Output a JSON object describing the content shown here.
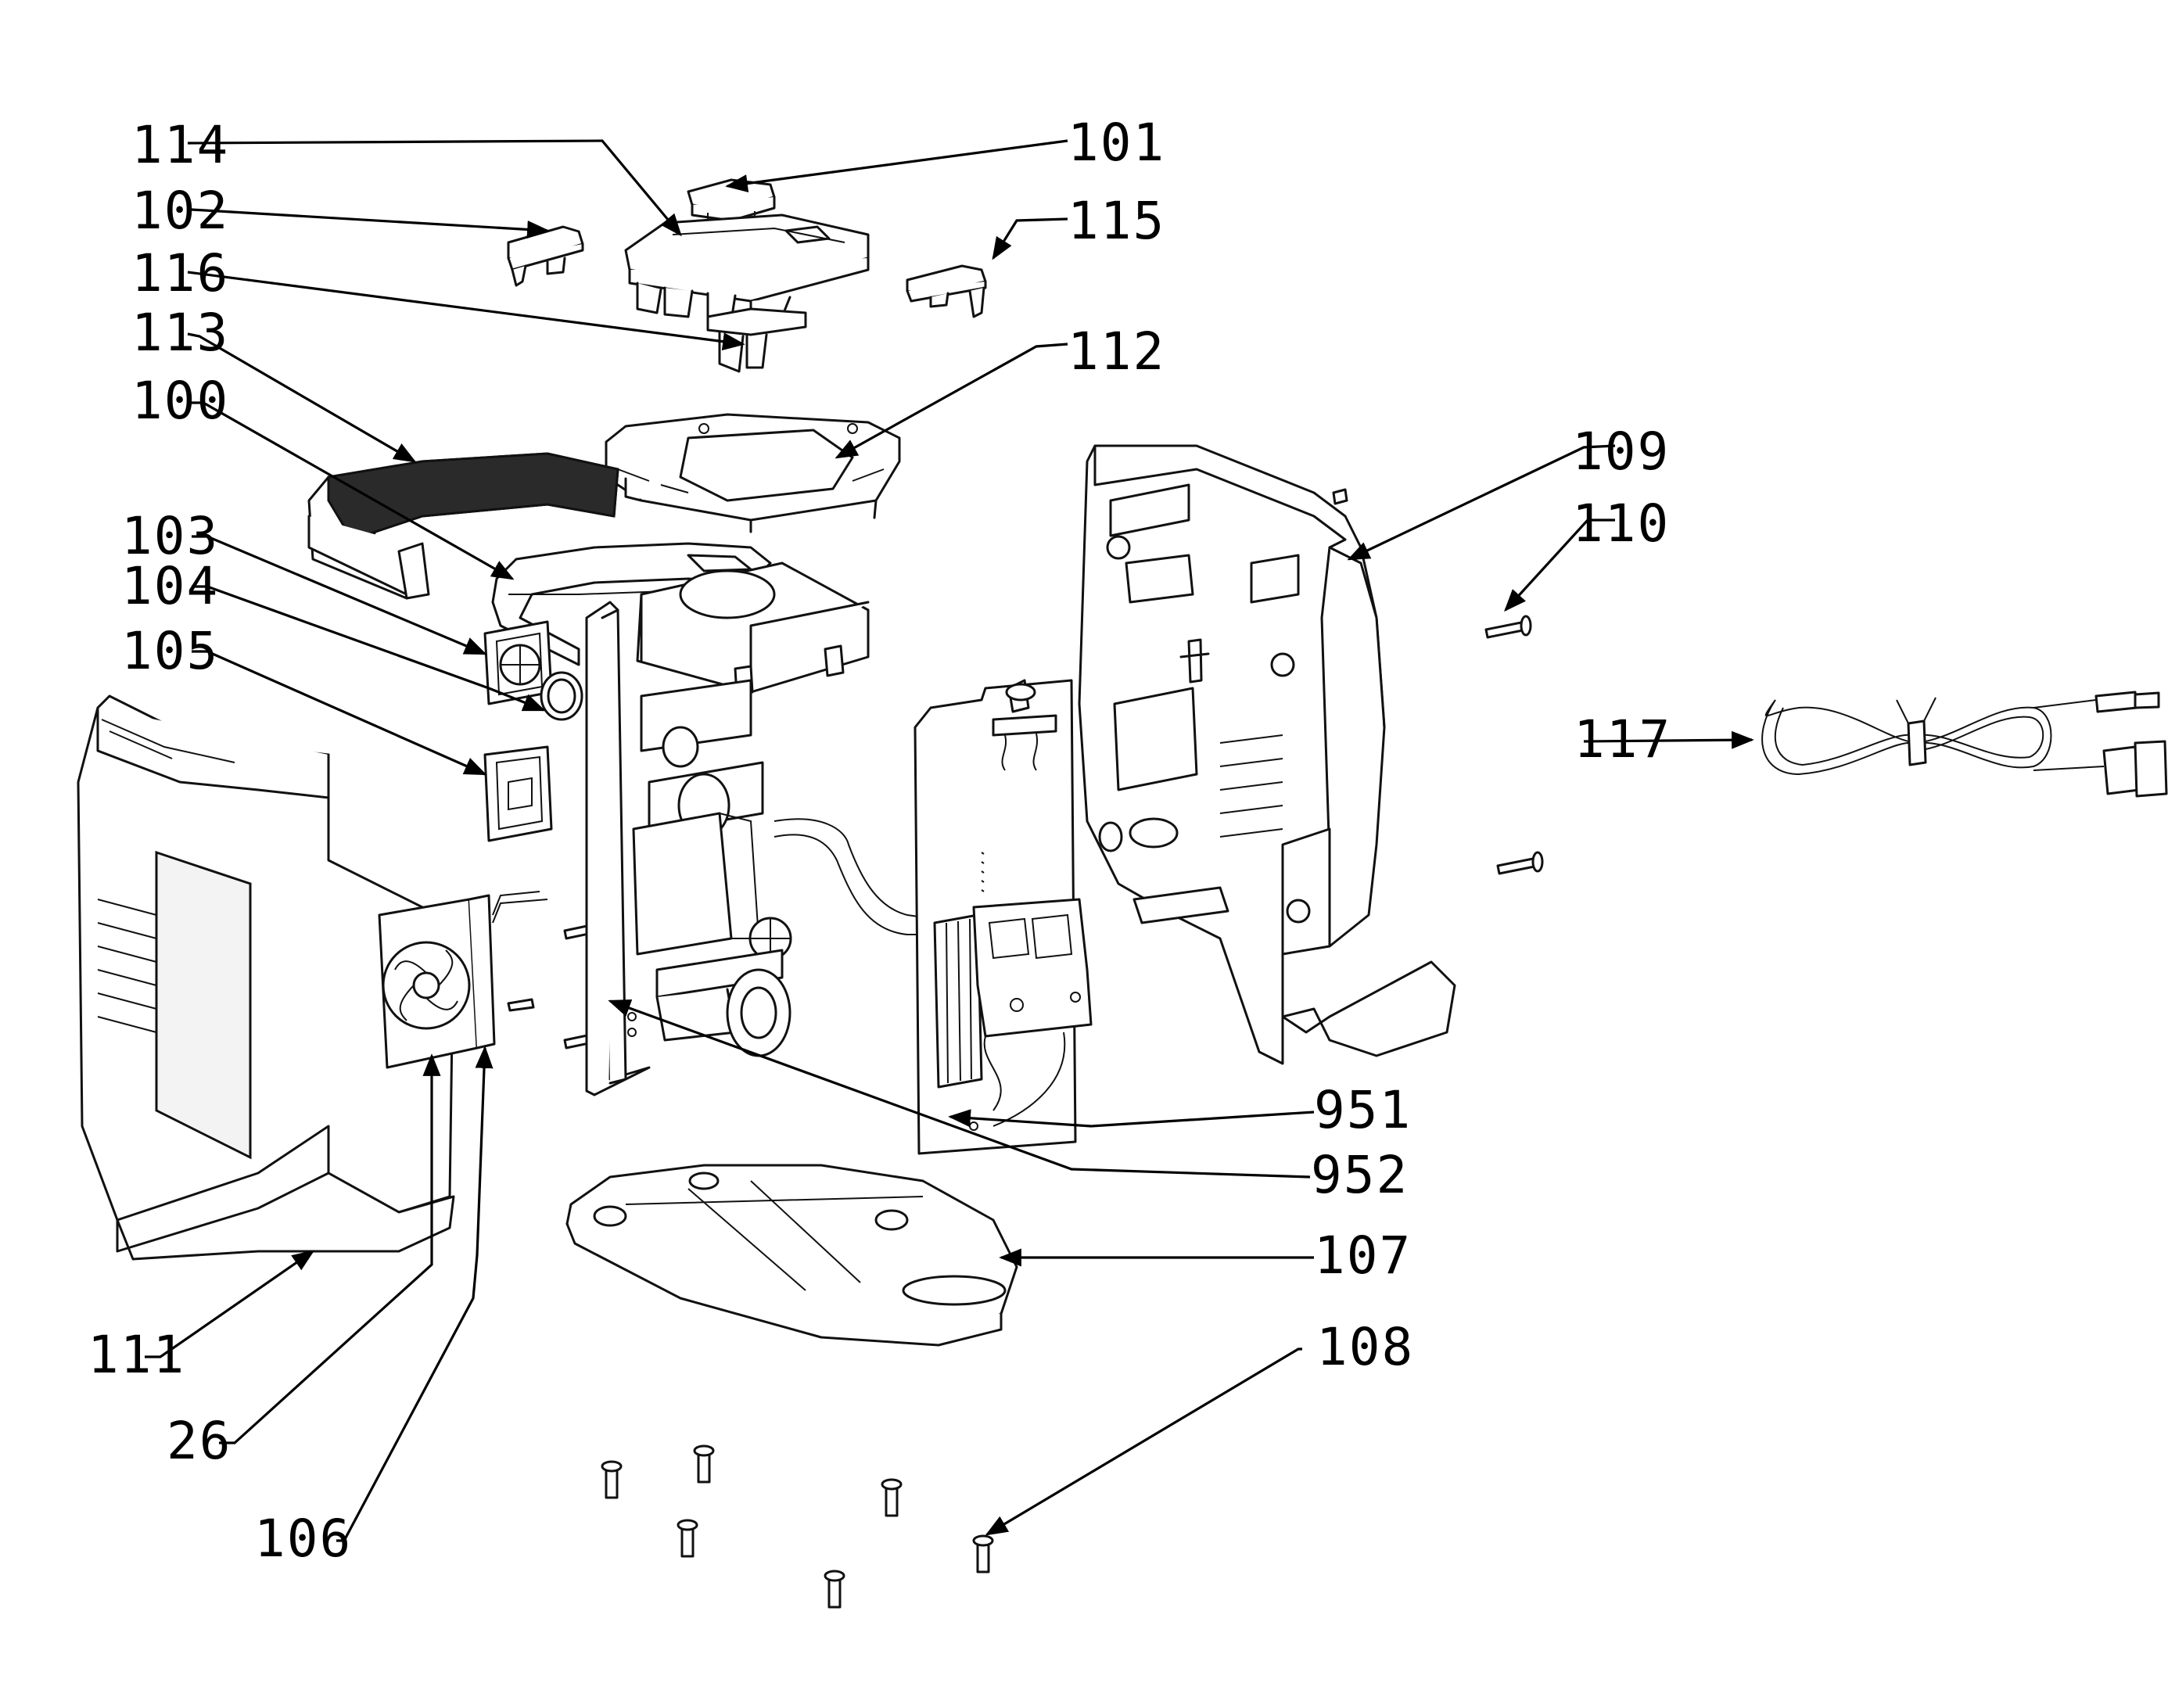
{
  "diagram": {
    "type": "exploded-parts-view",
    "line_color": "#000000",
    "background": "#ffffff",
    "callouts": [
      {
        "id": "114",
        "label": "114",
        "part": "top-control-panel-cover"
      },
      {
        "id": "101",
        "label": "101",
        "part": "button-cap-right-top"
      },
      {
        "id": "102",
        "label": "102",
        "part": "button-cap-left"
      },
      {
        "id": "115",
        "label": "115",
        "part": "button-cap-right"
      },
      {
        "id": "116",
        "label": "116",
        "part": "button-cap-lower"
      },
      {
        "id": "113",
        "label": "113",
        "part": "handle-grip-strip"
      },
      {
        "id": "112",
        "label": "112",
        "part": "display-frame"
      },
      {
        "id": "100",
        "label": "100",
        "part": "handle"
      },
      {
        "id": "109",
        "label": "109",
        "part": "right-housing-shell"
      },
      {
        "id": "103",
        "label": "103",
        "part": "socket-frame"
      },
      {
        "id": "104",
        "label": "104",
        "part": "o-ring"
      },
      {
        "id": "110",
        "label": "110",
        "part": "housing-screw"
      },
      {
        "id": "105",
        "label": "105",
        "part": "port-cover"
      },
      {
        "id": "117",
        "label": "117",
        "part": "dc-cable-assembly"
      },
      {
        "id": "951",
        "label": "951",
        "part": "secondary-pcb-assembly"
      },
      {
        "id": "952",
        "label": "952",
        "part": "main-pcb-assembly"
      },
      {
        "id": "107",
        "label": "107",
        "part": "bottom-base"
      },
      {
        "id": "108",
        "label": "108",
        "part": "base-screws"
      },
      {
        "id": "111",
        "label": "111",
        "part": "left-housing-shell"
      },
      {
        "id": "26",
        "label": "26",
        "part": "cooling-fan"
      },
      {
        "id": "106",
        "label": "106",
        "part": "pcb-standoff-pin"
      }
    ]
  }
}
